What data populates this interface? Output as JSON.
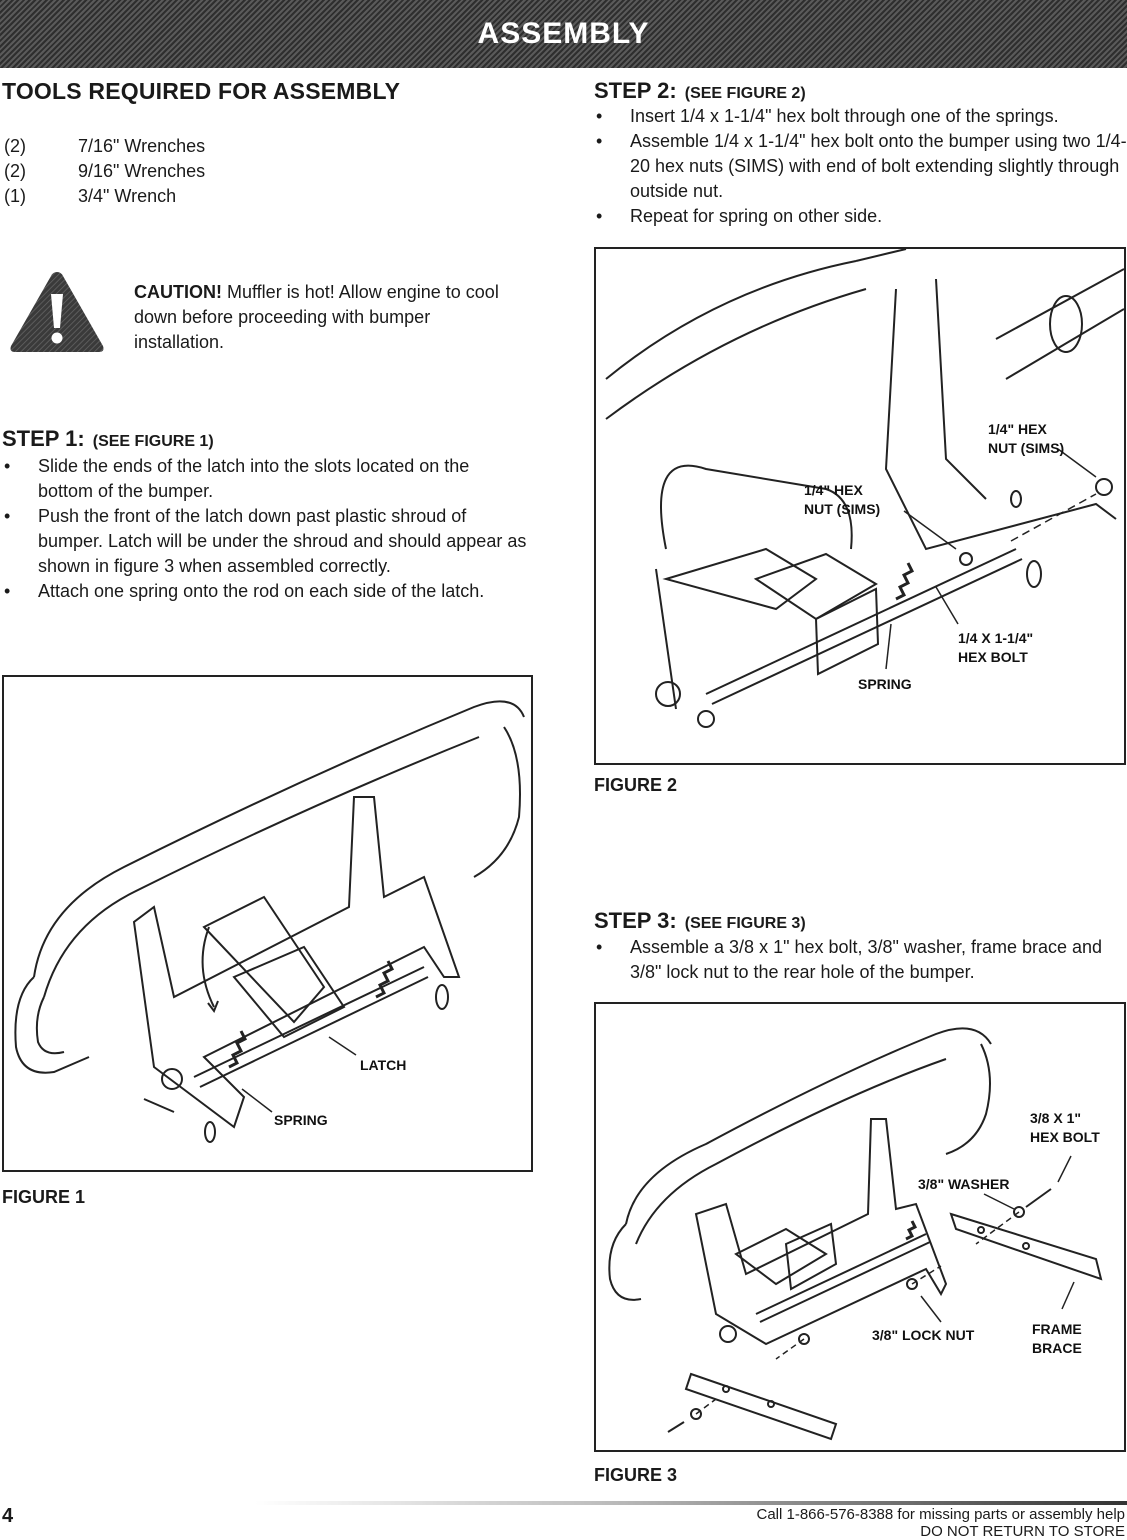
{
  "banner": {
    "title": "ASSEMBLY"
  },
  "tools": {
    "heading": "TOOLS REQUIRED FOR ASSEMBLY",
    "items": [
      {
        "qty": "(2)",
        "name": "7/16\" Wrenches"
      },
      {
        "qty": "(2)",
        "name": "9/16\" Wrenches"
      },
      {
        "qty": "(1)",
        "name": "3/4\" Wrench"
      }
    ]
  },
  "caution": {
    "label": "CAUTION!",
    "text": " Muffler is hot! Allow engine to cool down before proceeding with bumper installation."
  },
  "step1": {
    "title": "STEP 1:",
    "see": "(SEE FIGURE 1)",
    "bullets": [
      "Slide the ends of the latch into the slots located on the bottom of the bumper.",
      "Push the front of the latch down past plastic shroud of bumper. Latch will be under the shroud and should appear as shown in figure 3 when assembled correctly.",
      "Attach one spring onto the rod on each side of the latch."
    ],
    "figure": {
      "caption": "FIGURE 1",
      "labels": [
        "LATCH",
        "SPRING"
      ]
    }
  },
  "step2": {
    "title": "STEP 2:",
    "see": "(SEE FIGURE 2)",
    "bullets": [
      "Insert 1/4 x 1-1/4\" hex bolt through one of the springs.",
      "Assemble 1/4 x 1-1/4\" hex bolt onto the bumper using two 1/4-20 hex nuts (SIMS) with end of bolt extending slightly through outside nut.",
      "Repeat for spring on other side."
    ],
    "figure": {
      "caption": "FIGURE 2",
      "labels": {
        "nut_right_1": "1/4\" HEX",
        "nut_right_2": "NUT (SIMS)",
        "nut_left_1": "1/4\" HEX",
        "nut_left_2": "NUT (SIMS)",
        "bolt_1": "1/4 X 1-1/4\"",
        "bolt_2": "HEX BOLT",
        "spring": "SPRING"
      }
    }
  },
  "step3": {
    "title": "STEP 3:",
    "see": "(SEE FIGURE 3)",
    "bullets": [
      "Assemble a 3/8 x 1\" hex bolt, 3/8\" washer, frame brace and 3/8\" lock nut to the rear hole of the bumper."
    ],
    "figure": {
      "caption": "FIGURE 3",
      "labels": {
        "bolt_1": "3/8 X 1\"",
        "bolt_2": "HEX BOLT",
        "washer": "3/8\" WASHER",
        "locknut": "3/8\" LOCK NUT",
        "brace_1": "FRAME",
        "brace_2": "BRACE"
      }
    }
  },
  "footer": {
    "page": "4",
    "line1": "Call 1-866-576-8388 for missing parts or assembly help",
    "line2": "DO NOT RETURN TO STORE"
  }
}
